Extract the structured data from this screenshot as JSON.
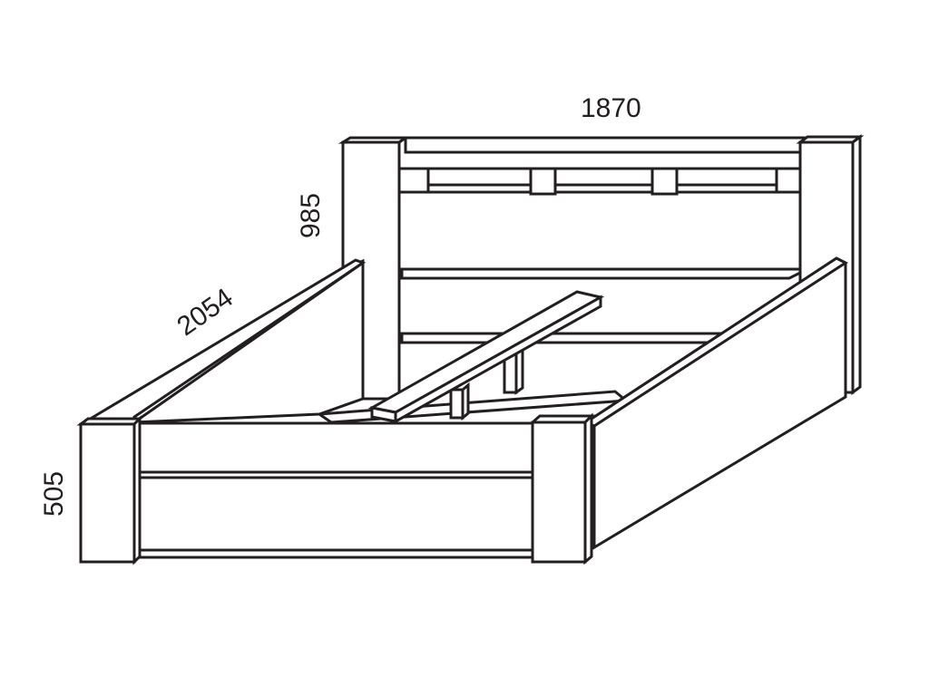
{
  "dimensions": {
    "width": "1870",
    "headboard_height": "985",
    "length": "2054",
    "frame_height": "505"
  },
  "colors": {
    "line": "#231f20",
    "fill": "#ffffff"
  }
}
